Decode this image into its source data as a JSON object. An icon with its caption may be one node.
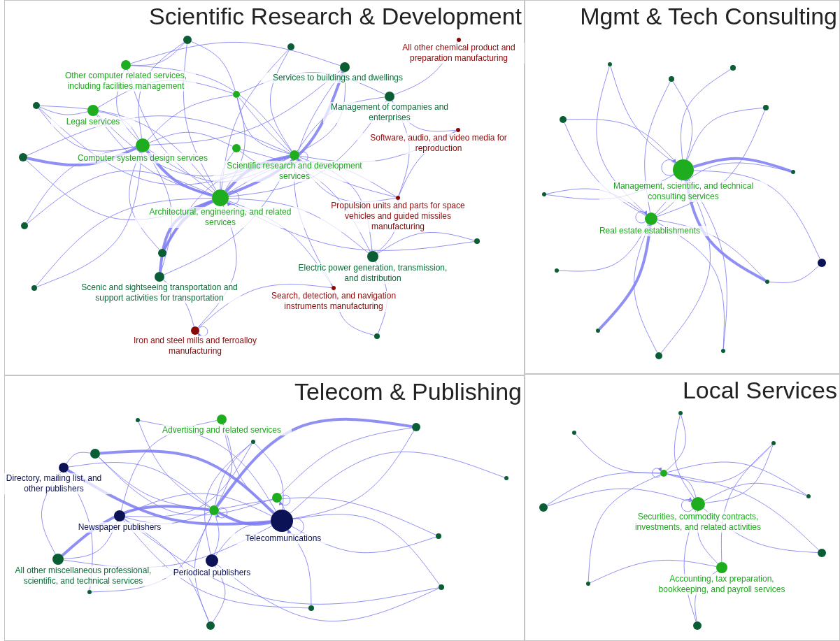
{
  "diagram": {
    "nodes": [
      {
        "text": [
          "Scientific Research & Development"
        ]
      },
      {
        "text": [],
        "shape": "circle",
        "in": 0,
        "beside": [
          "Other computer related services, including facilities management"
        ]
      },
      {
        "text": [],
        "shape": "circle",
        "in": 0,
        "beside": [
          "Legal services"
        ]
      },
      {
        "text": [],
        "shape": "circle",
        "in": 0,
        "beside": [
          "Computer systems design services"
        ]
      },
      {
        "text": [],
        "shape": "circle",
        "in": 0,
        "beside": [
          "Scientific research and development services"
        ]
      },
      {
        "text": [],
        "shape": "circle",
        "in": 0,
        "beside": [
          "Architectural, engineering, and related services"
        ]
      },
      {
        "text": [],
        "shape": "circle",
        "in": 0,
        "beside": [
          "Services to buildings and dwellings"
        ]
      },
      {
        "text": [],
        "shape": "circle",
        "in": 0,
        "beside": [
          "Management of companies and enterprises"
        ]
      },
      {
        "text": [],
        "shape": "circle",
        "in": 0,
        "beside": [
          "All other chemical product and preparation manufacturing"
        ]
      },
      {
        "text": [],
        "shape": "circle",
        "in": 0,
        "beside": [
          "Software, audio, and video media for reproduction"
        ]
      },
      {
        "text": [],
        "shape": "circle",
        "in": 0,
        "beside": [
          "Propulsion units and parts for space vehicles and guided missiles manufacturing"
        ]
      },
      {
        "text": [],
        "shape": "circle",
        "in": 0,
        "beside": [
          "Electric power generation, transmission, and distribution"
        ]
      },
      {
        "text": [],
        "shape": "circle",
        "in": 0,
        "beside": [
          "Search, detection, and navigation instruments manufacturing"
        ]
      },
      {
        "text": [],
        "shape": "circle",
        "in": 0,
        "beside": [
          "Scenic and sightseeing transportation and support activities for transportation"
        ]
      },
      {
        "text": [],
        "shape": "circle",
        "in": 0,
        "beside": [
          "Iron and steel mills and ferroalloy manufacturing"
        ]
      },
      {
        "text": [],
        "shape": "circle",
        "in": 0
      },
      {
        "text": [],
        "shape": "circle",
        "in": 0
      },
      {
        "text": [],
        "shape": "circle",
        "in": 0
      },
      {
        "text": [],
        "shape": "circle",
        "in": 0
      },
      {
        "text": [],
        "shape": "circle",
        "in": 0
      },
      {
        "text": [],
        "shape": "circle",
        "in": 0
      },
      {
        "text": [],
        "shape": "circle",
        "in": 0
      },
      {
        "text": [],
        "shape": "circle",
        "in": 0
      },
      {
        "text": [],
        "shape": "circle",
        "in": 0
      },
      {
        "text": [],
        "shape": "circle",
        "in": 0
      },
      {
        "text": [],
        "shape": "circle",
        "in": 0
      },
      {
        "text": [
          "Mgmt & Tech Consulting"
        ]
      },
      {
        "text": [],
        "shape": "circle",
        "in": 26,
        "beside": [
          "Management, scientific, and technical consulting services"
        ]
      },
      {
        "text": [],
        "shape": "circle",
        "in": 26,
        "beside": [
          "Real estate establishments"
        ]
      },
      {
        "text": [],
        "shape": "circle",
        "in": 26
      },
      {
        "text": [],
        "shape": "circle",
        "in": 26
      },
      {
        "text": [],
        "shape": "circle",
        "in": 26
      },
      {
        "text": [],
        "shape": "circle",
        "in": 26
      },
      {
        "text": [],
        "shape": "circle",
        "in": 26
      },
      {
        "text": [],
        "shape": "circle",
        "in": 26
      },
      {
        "text": [],
        "shape": "circle",
        "in": 26
      },
      {
        "text": [],
        "shape": "circle",
        "in": 26
      },
      {
        "text": [],
        "shape": "circle",
        "in": 26
      },
      {
        "text": [],
        "shape": "circle",
        "in": 26
      },
      {
        "text": [],
        "shape": "circle",
        "in": 26
      },
      {
        "text": [],
        "shape": "circle",
        "in": 26
      },
      {
        "text": [],
        "shape": "circle",
        "in": 26
      },
      {
        "text": [
          "Telecom & Publishing"
        ]
      },
      {
        "text": [],
        "shape": "circle",
        "in": 42,
        "beside": [
          "Advertising and related services"
        ]
      },
      {
        "text": [],
        "shape": "circle",
        "in": 42,
        "beside": [
          "Directory, mailing list, and other publishers"
        ]
      },
      {
        "text": [],
        "shape": "circle",
        "in": 42,
        "beside": [
          "Newspaper publishers"
        ]
      },
      {
        "text": [],
        "shape": "circle",
        "in": 42,
        "beside": [
          "All other miscellaneous professional, scientific, and technical services"
        ]
      },
      {
        "text": [],
        "shape": "circle",
        "in": 42,
        "beside": [
          "Periodical publishers"
        ]
      },
      {
        "text": [],
        "shape": "circle",
        "in": 42,
        "beside": [
          "Telecommunications"
        ]
      },
      {
        "text": [],
        "shape": "circle",
        "in": 42
      },
      {
        "text": [],
        "shape": "circle",
        "in": 42
      },
      {
        "text": [],
        "shape": "circle",
        "in": 42
      },
      {
        "text": [],
        "shape": "circle",
        "in": 42
      },
      {
        "text": [],
        "shape": "circle",
        "in": 42
      },
      {
        "text": [],
        "shape": "circle",
        "in": 42
      },
      {
        "text": [],
        "shape": "circle",
        "in": 42
      },
      {
        "text": [],
        "shape": "circle",
        "in": 42
      },
      {
        "text": [],
        "shape": "circle",
        "in": 42
      },
      {
        "text": [],
        "shape": "circle",
        "in": 42
      },
      {
        "text": [],
        "shape": "circle",
        "in": 42
      },
      {
        "text": [],
        "shape": "circle",
        "in": 42
      },
      {
        "text": [
          "Local Services"
        ]
      },
      {
        "text": [],
        "shape": "circle",
        "in": 61,
        "beside": [
          "Securities, commodity contracts, investments, and related activities"
        ]
      },
      {
        "text": [],
        "shape": "circle",
        "in": 61,
        "beside": [
          "Accounting, tax preparation, bookkeeping, and payroll services"
        ]
      },
      {
        "text": [],
        "shape": "circle",
        "in": 61
      },
      {
        "text": [],
        "shape": "circle",
        "in": 61
      },
      {
        "text": [],
        "shape": "circle",
        "in": 61
      },
      {
        "text": [],
        "shape": "circle",
        "in": 61
      },
      {
        "text": [],
        "shape": "circle",
        "in": 61
      },
      {
        "text": [],
        "shape": "circle",
        "in": 61
      },
      {
        "text": [],
        "shape": "circle",
        "in": 61
      },
      {
        "text": [],
        "shape": "circle",
        "in": 61
      },
      {
        "text": [],
        "shape": "circle",
        "in": 61
      }
    ],
    "edges": [
      {
        "from": 15,
        "to": 1,
        "arrow": "none"
      },
      {
        "from": 15,
        "to": 5,
        "arrow": "none"
      },
      {
        "from": 15,
        "to": 3,
        "arrow": "none"
      },
      {
        "from": 15,
        "to": 17,
        "arrow": "none"
      },
      {
        "from": 1,
        "to": 5,
        "arrow": "none"
      },
      {
        "from": 1,
        "to": 3,
        "arrow": "none"
      },
      {
        "from": 1,
        "to": 4,
        "arrow": "none"
      },
      {
        "from": 16,
        "to": 5,
        "arrow": "none"
      },
      {
        "from": 16,
        "to": 4,
        "arrow": "none"
      },
      {
        "from": 17,
        "to": 5,
        "arrow": "none"
      },
      {
        "from": 17,
        "to": 3,
        "arrow": "none"
      },
      {
        "from": 17,
        "to": 4,
        "arrow": "none"
      },
      {
        "from": 17,
        "to": 7,
        "arrow": "none"
      },
      {
        "from": 17,
        "to": 10,
        "arrow": "none"
      },
      {
        "from": 18,
        "to": 3,
        "arrow": "none"
      },
      {
        "from": 18,
        "to": 5,
        "arrow": "none"
      },
      {
        "from": 18,
        "to": 2,
        "arrow": "none"
      },
      {
        "from": 18,
        "to": 4,
        "arrow": "none"
      },
      {
        "from": 2,
        "to": 3,
        "arrow": "none"
      },
      {
        "from": 2,
        "to": 5,
        "arrow": "none"
      },
      {
        "from": 2,
        "to": 4,
        "arrow": "none"
      },
      {
        "from": 2,
        "to": 17,
        "arrow": "none"
      },
      {
        "from": 19,
        "to": 3,
        "arrow": "none",
        "style": "thick"
      },
      {
        "from": 19,
        "to": 5,
        "arrow": "none"
      },
      {
        "from": 19,
        "to": 4,
        "arrow": "none"
      },
      {
        "from": 3,
        "to": 5,
        "arrow": "none",
        "style": "thick"
      },
      {
        "from": 3,
        "to": 4,
        "arrow": "none"
      },
      {
        "from": 3,
        "to": 20,
        "arrow": "none"
      },
      {
        "from": 3,
        "to": 6,
        "arrow": "none"
      },
      {
        "from": 3,
        "to": 22,
        "arrow": "none"
      },
      {
        "from": 3,
        "to": 13,
        "arrow": "none"
      },
      {
        "from": 20,
        "to": 5,
        "arrow": "none"
      },
      {
        "from": 20,
        "to": 4,
        "arrow": "none"
      },
      {
        "from": 20,
        "to": 11,
        "arrow": "none"
      },
      {
        "from": 4,
        "to": 5,
        "arrow": "none",
        "style": "thick"
      },
      {
        "from": 4,
        "to": 6,
        "arrow": "none"
      },
      {
        "from": 4,
        "to": 7,
        "arrow": "none"
      },
      {
        "from": 4,
        "to": 9,
        "arrow": "none"
      },
      {
        "from": 4,
        "to": 10,
        "arrow": "none"
      },
      {
        "from": 6,
        "to": 5,
        "arrow": "none",
        "style": "thick"
      },
      {
        "from": 6,
        "to": 1,
        "arrow": "none"
      },
      {
        "from": 6,
        "to": 12,
        "arrow": "none"
      },
      {
        "from": 7,
        "to": 5,
        "arrow": "none"
      },
      {
        "from": 7,
        "to": 8,
        "arrow": "none"
      },
      {
        "from": 7,
        "to": 9,
        "arrow": "none"
      },
      {
        "from": 7,
        "to": 10,
        "arrow": "none"
      },
      {
        "from": 9,
        "to": 10,
        "arrow": "none"
      },
      {
        "from": 10,
        "to": 5,
        "arrow": "none"
      },
      {
        "from": 10,
        "to": 11,
        "arrow": "none"
      },
      {
        "from": 11,
        "to": 5,
        "arrow": "none"
      },
      {
        "from": 11,
        "to": 4,
        "arrow": "none"
      },
      {
        "from": 11,
        "to": 24,
        "arrow": "none"
      },
      {
        "from": 5,
        "to": 24,
        "arrow": "none"
      },
      {
        "from": 5,
        "to": 21,
        "arrow": "none"
      },
      {
        "from": 21,
        "to": 3,
        "arrow": "none"
      },
      {
        "from": 5,
        "to": 22,
        "arrow": "none",
        "style": "thick"
      },
      {
        "from": 5,
        "to": 13,
        "arrow": "none",
        "style": "thick"
      },
      {
        "from": 22,
        "to": 4,
        "arrow": "none"
      },
      {
        "from": 13,
        "to": 4,
        "arrow": "none"
      },
      {
        "from": 23,
        "to": 3,
        "arrow": "none"
      },
      {
        "from": 23,
        "to": 5,
        "arrow": "none"
      },
      {
        "from": 14,
        "to": 13,
        "arrow": "none"
      },
      {
        "from": 14,
        "to": 5,
        "arrow": "none"
      },
      {
        "from": 14,
        "to": 12,
        "arrow": "none"
      },
      {
        "from": 12,
        "to": 5,
        "arrow": "none"
      },
      {
        "from": 12,
        "to": 25,
        "arrow": "none"
      },
      {
        "from": 11,
        "to": 25,
        "arrow": "none"
      },
      {
        "from": 5,
        "to": 5,
        "arrow": "to"
      },
      {
        "from": 4,
        "to": 4,
        "arrow": "to"
      },
      {
        "from": 14,
        "to": 14,
        "arrow": "to"
      },
      {
        "from": 29,
        "to": 27,
        "arrow": "none"
      },
      {
        "from": 29,
        "to": 28,
        "arrow": "none"
      },
      {
        "from": 30,
        "to": 27,
        "arrow": "none"
      },
      {
        "from": 30,
        "to": 28,
        "arrow": "none"
      },
      {
        "from": 31,
        "to": 27,
        "arrow": "none"
      },
      {
        "from": 32,
        "to": 27,
        "arrow": "none"
      },
      {
        "from": 32,
        "to": 28,
        "arrow": "none"
      },
      {
        "from": 33,
        "to": 27,
        "arrow": "none"
      },
      {
        "from": 33,
        "to": 28,
        "arrow": "none"
      },
      {
        "from": 34,
        "to": 27,
        "arrow": "none",
        "style": "thick"
      },
      {
        "from": 34,
        "to": 28,
        "arrow": "none"
      },
      {
        "from": 35,
        "to": 28,
        "arrow": "none"
      },
      {
        "from": 35,
        "to": 27,
        "arrow": "none"
      },
      {
        "from": 36,
        "to": 28,
        "arrow": "none"
      },
      {
        "from": 37,
        "to": 27,
        "arrow": "none",
        "style": "thick"
      },
      {
        "from": 37,
        "to": 28,
        "arrow": "none"
      },
      {
        "from": 38,
        "to": 27,
        "arrow": "none"
      },
      {
        "from": 38,
        "to": 37,
        "arrow": "none"
      },
      {
        "from": 39,
        "to": 28,
        "arrow": "none",
        "style": "thick"
      },
      {
        "from": 40,
        "to": 27,
        "arrow": "none"
      },
      {
        "from": 40,
        "to": 28,
        "arrow": "none"
      },
      {
        "from": 41,
        "to": 27,
        "arrow": "none"
      },
      {
        "from": 41,
        "to": 28,
        "arrow": "none"
      },
      {
        "from": 27,
        "to": 28,
        "arrow": "none"
      },
      {
        "from": 27,
        "to": 27,
        "arrow": "to"
      },
      {
        "from": 28,
        "to": 28,
        "arrow": "to"
      },
      {
        "from": 49,
        "to": 48,
        "arrow": "none"
      },
      {
        "from": 49,
        "to": 53,
        "arrow": "none"
      },
      {
        "from": 50,
        "to": 44,
        "arrow": "none"
      },
      {
        "from": 50,
        "to": 48,
        "arrow": "none",
        "style": "thick"
      },
      {
        "from": 50,
        "to": 53,
        "arrow": "none"
      },
      {
        "from": 50,
        "to": 52,
        "arrow": "none"
      },
      {
        "from": 43,
        "to": 53,
        "arrow": "none"
      },
      {
        "from": 43,
        "to": 48,
        "arrow": "none"
      },
      {
        "from": 43,
        "to": 45,
        "arrow": "none"
      },
      {
        "from": 51,
        "to": 48,
        "arrow": "none"
      },
      {
        "from": 51,
        "to": 53,
        "arrow": "none"
      },
      {
        "from": 51,
        "to": 47,
        "arrow": "none"
      },
      {
        "from": 44,
        "to": 53,
        "arrow": "none"
      },
      {
        "from": 44,
        "to": 48,
        "arrow": "none",
        "style": "thick"
      },
      {
        "from": 44,
        "to": 46,
        "arrow": "none"
      },
      {
        "from": 45,
        "to": 48,
        "arrow": "none"
      },
      {
        "from": 45,
        "to": 53,
        "arrow": "none"
      },
      {
        "from": 45,
        "to": 51,
        "arrow": "none"
      },
      {
        "from": 46,
        "to": 53,
        "arrow": "none",
        "style": "thick"
      },
      {
        "from": 46,
        "to": 48,
        "arrow": "none"
      },
      {
        "from": 46,
        "to": 45,
        "arrow": "none"
      },
      {
        "from": 47,
        "to": 48,
        "arrow": "none"
      },
      {
        "from": 47,
        "to": 53,
        "arrow": "none"
      },
      {
        "from": 47,
        "to": 57,
        "arrow": "none"
      },
      {
        "from": 52,
        "to": 48,
        "arrow": "none"
      },
      {
        "from": 53,
        "to": 48,
        "arrow": "none",
        "style": "thick"
      },
      {
        "from": 54,
        "to": 53,
        "arrow": "none",
        "style": "thick"
      },
      {
        "from": 54,
        "to": 48,
        "arrow": "none"
      },
      {
        "from": 54,
        "to": 52,
        "arrow": "none"
      },
      {
        "from": 55,
        "to": 48,
        "arrow": "none"
      },
      {
        "from": 56,
        "to": 48,
        "arrow": "none"
      },
      {
        "from": 56,
        "to": 53,
        "arrow": "none"
      },
      {
        "from": 57,
        "to": 48,
        "arrow": "none"
      },
      {
        "from": 57,
        "to": 45,
        "arrow": "none"
      },
      {
        "from": 58,
        "to": 44,
        "arrow": "none"
      },
      {
        "from": 58,
        "to": 53,
        "arrow": "none"
      },
      {
        "from": 59,
        "to": 45,
        "arrow": "none"
      },
      {
        "from": 59,
        "to": 48,
        "arrow": "none"
      },
      {
        "from": 60,
        "to": 47,
        "arrow": "none"
      },
      {
        "from": 60,
        "to": 53,
        "arrow": "none"
      },
      {
        "from": 60,
        "to": 45,
        "arrow": "none"
      },
      {
        "from": 48,
        "to": 48,
        "arrow": "to"
      },
      {
        "from": 52,
        "to": 52,
        "arrow": "to"
      },
      {
        "from": 53,
        "to": 53,
        "arrow": "to"
      },
      {
        "from": 64,
        "to": 65,
        "arrow": "none"
      },
      {
        "from": 64,
        "to": 66,
        "arrow": "none"
      },
      {
        "from": 64,
        "to": 68,
        "arrow": "none"
      },
      {
        "from": 64,
        "to": 67,
        "arrow": "none"
      },
      {
        "from": 64,
        "to": 69,
        "arrow": "none"
      },
      {
        "from": 64,
        "to": 70,
        "arrow": "none"
      },
      {
        "from": 64,
        "to": 71,
        "arrow": "none"
      },
      {
        "from": 62,
        "to": 65,
        "arrow": "none"
      },
      {
        "from": 62,
        "to": 68,
        "arrow": "none"
      },
      {
        "from": 62,
        "to": 67,
        "arrow": "none"
      },
      {
        "from": 62,
        "to": 69,
        "arrow": "none"
      },
      {
        "from": 62,
        "to": 70,
        "arrow": "none"
      },
      {
        "from": 62,
        "to": 64,
        "arrow": "none"
      },
      {
        "from": 63,
        "to": 67,
        "arrow": "none"
      },
      {
        "from": 63,
        "to": 71,
        "arrow": "none"
      },
      {
        "from": 63,
        "to": 72,
        "arrow": "none"
      },
      {
        "from": 63,
        "to": 62,
        "arrow": "none"
      },
      {
        "from": 62,
        "to": 72,
        "arrow": "none"
      },
      {
        "from": 64,
        "to": 64,
        "arrow": "to"
      },
      {
        "from": 62,
        "to": 62,
        "arrow": "to"
      }
    ]
  }
}
